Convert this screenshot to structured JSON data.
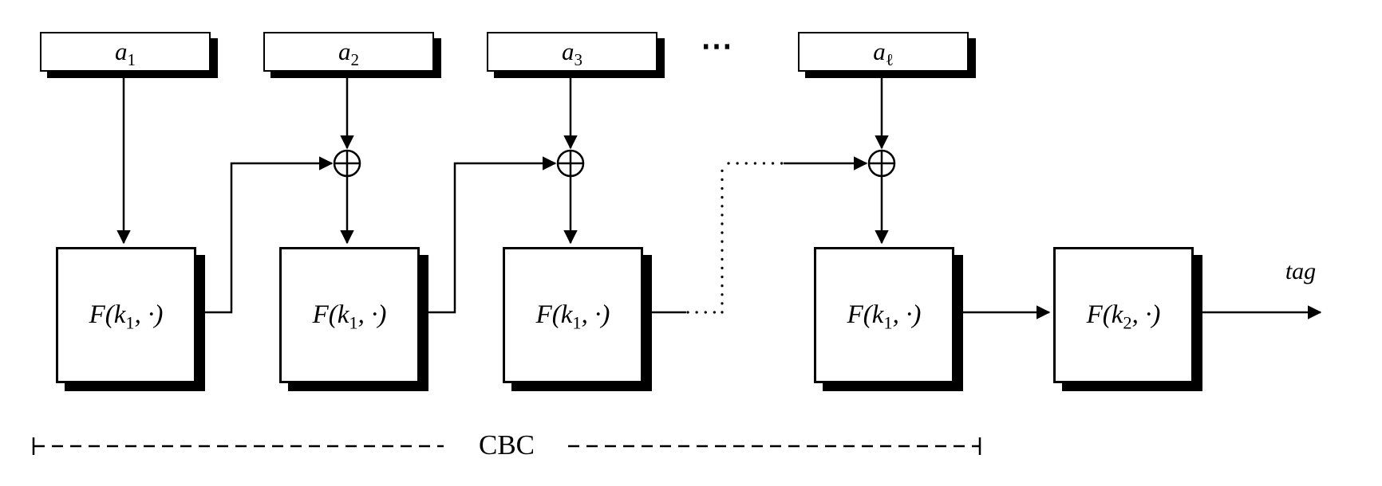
{
  "diagram": {
    "title_semantic": "CBC-MAC construction",
    "message_blocks": [
      {
        "base": "a",
        "sub": "1"
      },
      {
        "base": "a",
        "sub": "2"
      },
      {
        "base": "a",
        "sub": "3"
      },
      {
        "base": "a",
        "sub": "ℓ"
      }
    ],
    "top_ellipsis": "⋯",
    "f_blocks": [
      {
        "prefix": "F(k",
        "sub": "1",
        "suffix": ", ·)"
      },
      {
        "prefix": "F(k",
        "sub": "1",
        "suffix": ", ·)"
      },
      {
        "prefix": "F(k",
        "sub": "1",
        "suffix": ", ·)"
      },
      {
        "prefix": "F(k",
        "sub": "1",
        "suffix": ", ·)"
      },
      {
        "prefix": "F(k",
        "sub": "2",
        "suffix": ", ·)"
      }
    ],
    "xor_symbol": "⊕",
    "tag_label": "tag",
    "cbc_label": "CBC",
    "colors": {
      "stroke": "#000000",
      "background": "#ffffff"
    }
  }
}
